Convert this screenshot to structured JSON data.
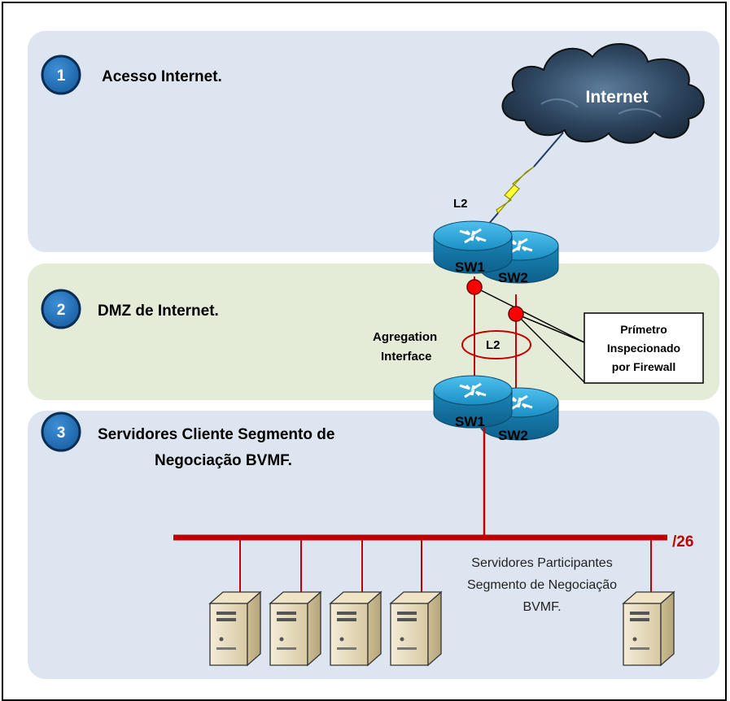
{
  "sections": [
    {
      "number": "1",
      "title": "Acesso Internet."
    },
    {
      "number": "2",
      "title": "DMZ de Internet."
    },
    {
      "number": "3",
      "title_line1": "Servidores Cliente Segmento de",
      "title_line2": "Negociação BVMF."
    }
  ],
  "cloud_label": "Internet",
  "link_label_top": "L2",
  "switches_top": {
    "sw1": "SW1",
    "sw2": "SW2"
  },
  "switches_bottom": {
    "sw1": "SW1",
    "sw2": "SW2"
  },
  "aggregation_label_line1": "Agregation",
  "aggregation_label_line2": "Interface",
  "link_label_mid": "L2",
  "firewall_box": {
    "line1": "Prímetro",
    "line2": "Inspecionado",
    "line3": "por Firewall"
  },
  "subnet_label": "/26",
  "servers_label": {
    "line1": "Servidores Participantes",
    "line2": "Segmento de Negociação",
    "line3": "BVMF."
  },
  "colors": {
    "zone1": "#dde6f0",
    "zone2": "#e4ebd6",
    "zone3": "#dde6f0",
    "badge": "#1f6fb8",
    "link_red": "#c00000",
    "router": "#1a8fc4"
  }
}
